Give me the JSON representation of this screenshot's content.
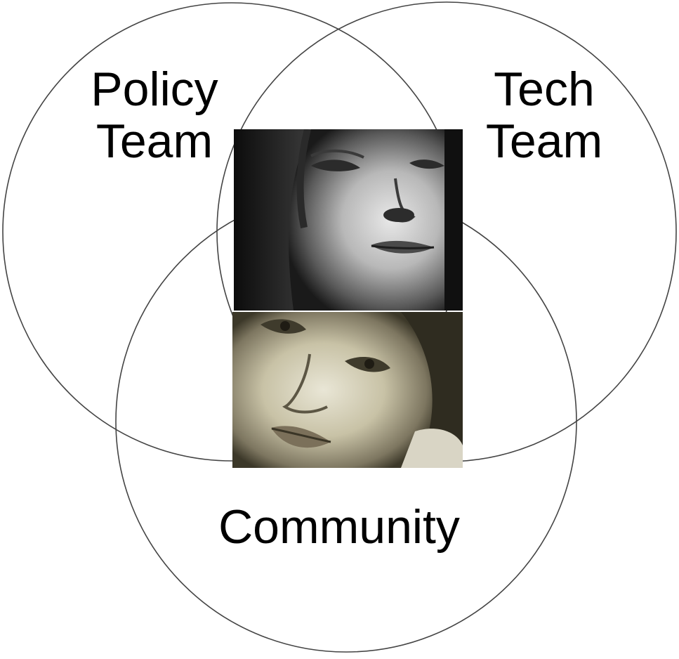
{
  "diagram": {
    "type": "venn",
    "sets": [
      {
        "id": "policy",
        "label_line1": "Policy",
        "label_line2": "Team"
      },
      {
        "id": "tech",
        "label_line1": "Tech",
        "label_line2": "Team"
      },
      {
        "id": "community",
        "label": "Community"
      }
    ],
    "center_images": [
      {
        "icon": "woman-face-portrait-photo",
        "tone": "black-and-white"
      },
      {
        "icon": "woman-face-portrait-photo",
        "tone": "sepia"
      }
    ],
    "colors": {
      "background": "#ffffff",
      "circle_stroke": "#444444",
      "text": "#000000"
    }
  }
}
